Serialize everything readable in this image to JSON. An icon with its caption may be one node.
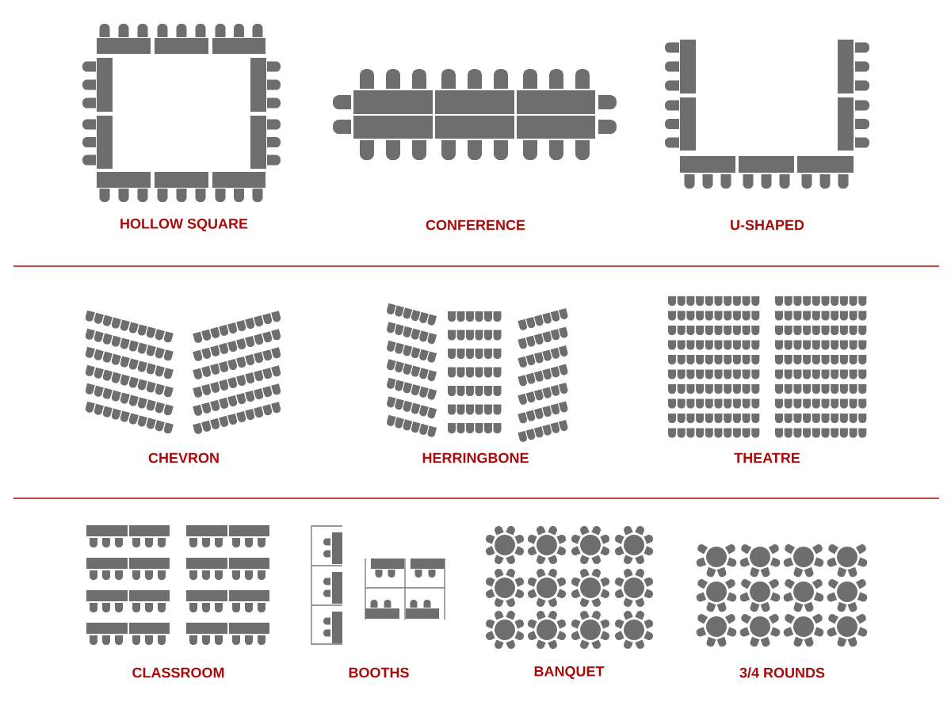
{
  "diagram": {
    "labels": [
      "HOLLOW SQUARE",
      "CONFERENCE",
      "U-SHAPED",
      "CHEVRON",
      "HERRINGBONE",
      "THEATRE",
      "CLASSROOM",
      "BOOTHS",
      "BANQUET",
      "3/4 ROUNDS"
    ]
  }
}
